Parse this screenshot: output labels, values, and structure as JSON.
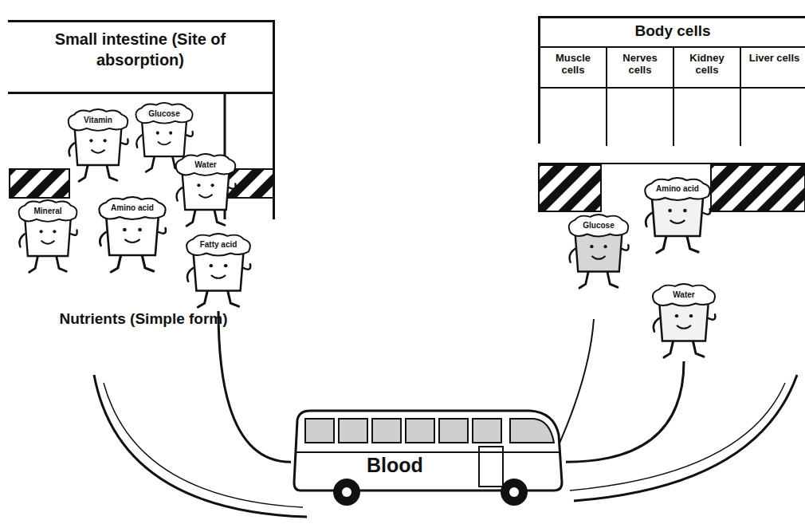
{
  "diagram": {
    "nodes": [
      {
        "text": [
          "Small intestine (Site of absorption)"
        ]
      },
      {
        "text": [
          "Body cells"
        ]
      },
      {
        "text": [
          "Muscle cells"
        ],
        "in": 1
      },
      {
        "text": [
          "Nerves cells"
        ],
        "in": 1
      },
      {
        "text": [
          "Kidney cells"
        ],
        "in": 1
      },
      {
        "text": [
          "Liver cells"
        ],
        "in": 1
      },
      {
        "text": [
          "Vitamin"
        ]
      },
      {
        "text": [
          "Glucose"
        ]
      },
      {
        "text": [
          "Water"
        ]
      },
      {
        "text": [
          "Mineral"
        ]
      },
      {
        "text": [
          "Amino acid"
        ]
      },
      {
        "text": [
          "Fatty acid"
        ]
      },
      {
        "text": [
          "Glucose"
        ]
      },
      {
        "text": [
          "Amino acid"
        ]
      },
      {
        "text": [
          "Water"
        ]
      },
      {
        "text": [
          "Blood"
        ]
      }
    ],
    "edges": [
      {
        "from": 11,
        "to": 15,
        "arrow": "none"
      },
      {
        "from": 15,
        "to": 14,
        "arrow": "none"
      }
    ],
    "labels": [
      "Nutrients (Simple form)"
    ]
  }
}
